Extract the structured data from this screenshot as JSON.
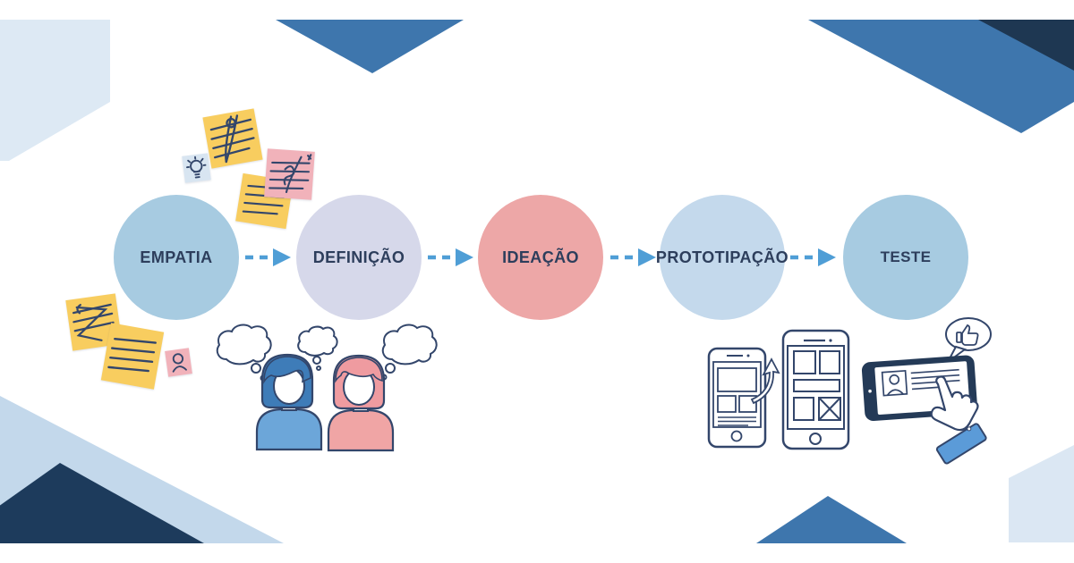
{
  "diagram": {
    "title": "Design Thinking process (Portuguese)",
    "arrow_color": "#4f9ed6",
    "stages": [
      {
        "label": "EMPATIA",
        "color": "#a7cbe1",
        "text_color": "#2d3e5c"
      },
      {
        "label": "DEFINIÇÃO",
        "color": "#d6d8ea",
        "text_color": "#2d3e5c"
      },
      {
        "label": "IDEAÇÃO",
        "color": "#eda7a7",
        "text_color": "#2d3e5c"
      },
      {
        "label": "PROTOTIPAÇÃO",
        "color": "#c4d9ec",
        "text_color": "#2d3e5c"
      },
      {
        "label": "TESTE",
        "color": "#a7cbe1",
        "text_color": "#2d3e5c"
      }
    ]
  },
  "colors": {
    "corner_light": "#dde9f4",
    "corner_light_bottom_left": "#c3d8eb",
    "corner_light_bottom_right": "#dbe7f3",
    "corner_blue": "#3e76ad",
    "corner_navy_top": "#1e3752",
    "corner_navy_bottom": "#1d3b5c",
    "outline_navy": "#33466b",
    "note_yellow": "#f8cd5f",
    "note_pink": "#f1b2ba",
    "note_blue": "#d8e5f1",
    "hair_blue": "#3e7cb8",
    "shirt_blue": "#6ca6d9",
    "hair_pink": "#ef9ba0",
    "shirt_pink": "#f0a5a5",
    "tablet_bezel": "#243a57",
    "cuff_blue": "#5b9bd8"
  },
  "decorations": {
    "sticky_notes": "hand-drawn sticky notes with scribbled lines",
    "lightbulb_note": "small note with lightbulb sketch",
    "thinking_people": "two people with thought bubbles",
    "phone_wireframes": "two smartphone wireframes with upgrade arrow",
    "tablet_hand": "hand tapping tablet with profile card",
    "thumbs_up": "speech bubble with thumbs-up"
  }
}
